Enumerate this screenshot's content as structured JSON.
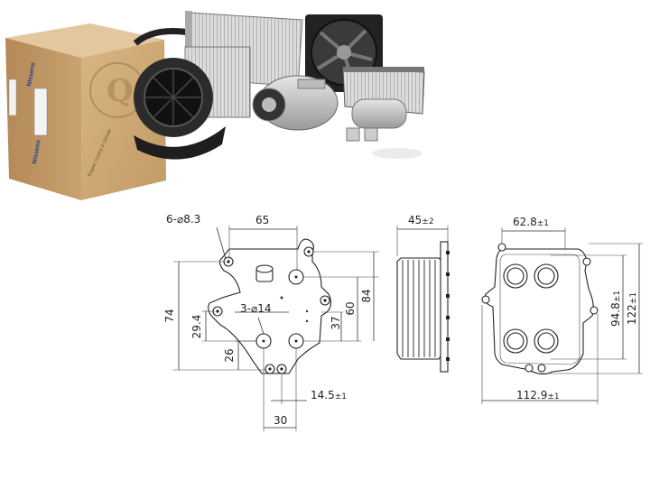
{
  "brand": {
    "box_text_top": "Nissens",
    "box_text_side": "Nissens",
    "box_slogan": "Engine Cooling & Climate"
  },
  "drawing": {
    "front": {
      "holes_label": "6-⌀8.3",
      "width_top": "65",
      "height_74": "74",
      "height_29_4": "29.4",
      "center_holes_label": "3-⌀14",
      "height_26": "26",
      "height_37": "37",
      "height_60": "60",
      "height_84": "84",
      "offset_14_5": "14.5",
      "offset_14_5_tol": "±1",
      "bottom_30": "30"
    },
    "side": {
      "depth": "45",
      "depth_tol": "±2"
    },
    "back": {
      "width_62_8": "62.8",
      "width_62_8_tol": "±1",
      "height_94_8": "94.8",
      "height_94_8_tol": "±1",
      "height_122": "122",
      "height_122_tol": "±1",
      "width_112_9": "112.9",
      "width_112_9_tol": "±1"
    }
  }
}
